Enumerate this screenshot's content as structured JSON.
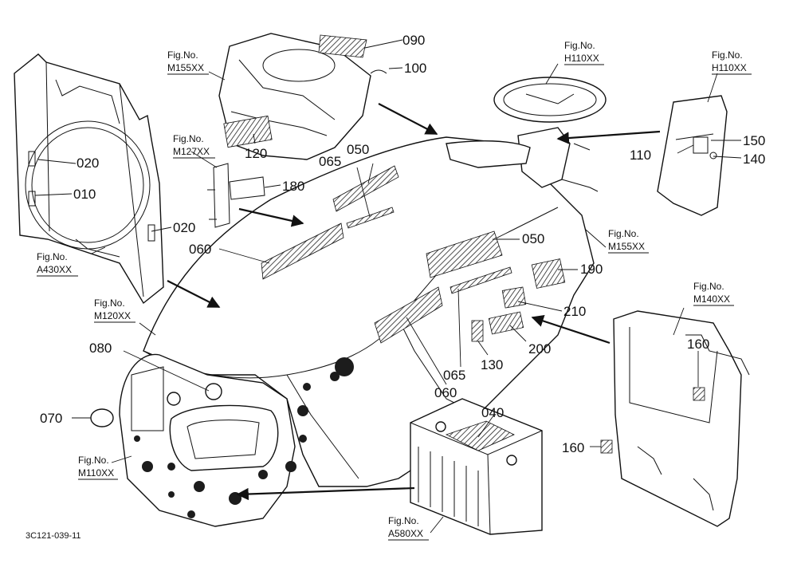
{
  "drawing_code": "3C121-039-11",
  "fig_refs": {
    "m155_top": {
      "line1": "Fig.No.",
      "line2": "M155XX"
    },
    "m127": {
      "line1": "Fig.No.",
      "line2": "M127XX"
    },
    "a430": {
      "line1": "Fig.No.",
      "line2": "A430XX"
    },
    "m120": {
      "line1": "Fig.No.",
      "line2": "M120XX"
    },
    "h110_wheel": {
      "line1": "Fig.No.",
      "line2": "H110XX"
    },
    "h110_right": {
      "line1": "Fig.No.",
      "line2": "H110XX"
    },
    "m155_right": {
      "line1": "Fig.No.",
      "line2": "M155XX"
    },
    "m140": {
      "line1": "Fig.No.",
      "line2": "M140XX"
    },
    "m110": {
      "line1": "Fig.No.",
      "line2": "M110XX"
    },
    "a580": {
      "line1": "Fig.No.",
      "line2": "A580XX"
    }
  },
  "callouts": {
    "c090": "090",
    "c100": "100",
    "c120": "120",
    "c050_top": "050",
    "c065_top": "065",
    "c180": "180",
    "c060_left": "060",
    "c020_top": "020",
    "c010": "010",
    "c020_bottom": "020",
    "c080": "080",
    "c070": "070",
    "c110": "110",
    "c150": "150",
    "c140": "140",
    "c050_side": "050",
    "c190": "190",
    "c210": "210",
    "c200": "200",
    "c130": "130",
    "c065_side": "065",
    "c060_side": "060",
    "c040": "040",
    "c160_top": "160",
    "c160_bottom": "160"
  }
}
